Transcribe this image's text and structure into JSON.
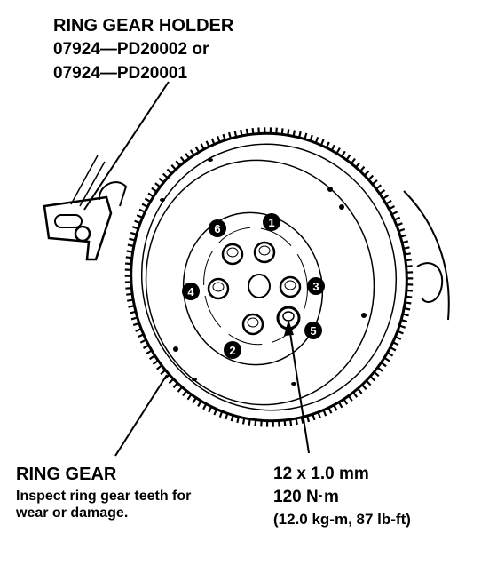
{
  "callouts": {
    "holder": {
      "title": "RING GEAR HOLDER",
      "part_number_1": "07924—PD20002 or",
      "part_number_2": "07924—PD20001"
    },
    "ring_gear": {
      "title": "RING GEAR",
      "note": "Inspect ring gear teeth for wear or damage."
    },
    "bolt": {
      "size": "12 x 1.0 mm",
      "torque_nm": "120 N·m",
      "torque_alt": "(12.0 kg-m, 87 lb-ft)"
    }
  },
  "bolt_sequence": [
    "1",
    "2",
    "3",
    "4",
    "5",
    "6"
  ]
}
